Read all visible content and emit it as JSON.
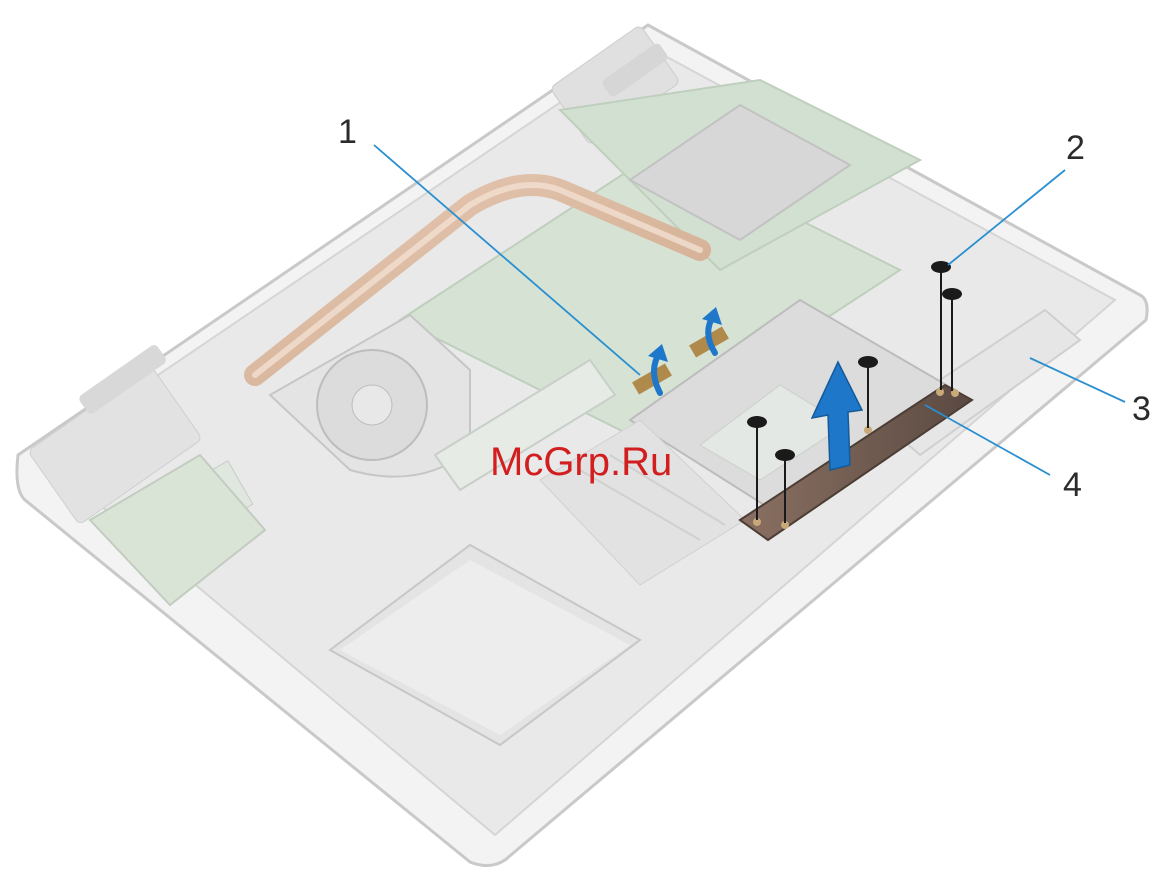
{
  "callouts": [
    {
      "id": "1",
      "label": "1"
    },
    {
      "id": "2",
      "label": "2"
    },
    {
      "id": "3",
      "label": "3"
    },
    {
      "id": "4",
      "label": "4"
    }
  ],
  "watermark": "McGrp.Ru",
  "colors": {
    "leader_line": "#2a8fd0",
    "arrow_blue": "#1f77c9",
    "watermark": "#d21e1e",
    "chassis": "#f1f1f1",
    "board": "#cfe0cf",
    "bracket": "#6d5a50"
  }
}
